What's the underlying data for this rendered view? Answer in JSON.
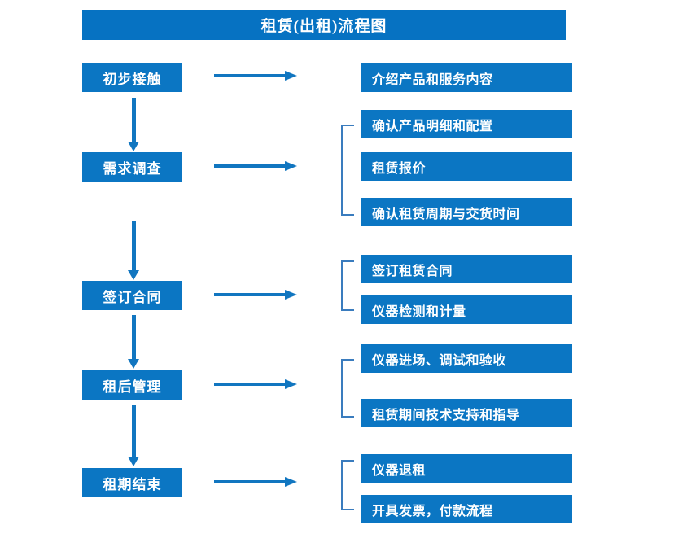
{
  "title": "租赁(出租)流程图",
  "colors": {
    "title_bar": "#0672C2",
    "box": "#0B76C3",
    "arrow": "#1176C0",
    "bracket": "#3A7CBE",
    "text": "#FFFFFF",
    "background": "#FFFFFF"
  },
  "stages": [
    {
      "label": "初步接触"
    },
    {
      "label": "需求调查"
    },
    {
      "label": "签订合同"
    },
    {
      "label": "租后管理"
    },
    {
      "label": "租期结束"
    }
  ],
  "details": {
    "group1": [
      {
        "label": "介绍产品和服务内容"
      }
    ],
    "group2": [
      {
        "label": "确认产品明细和配置"
      },
      {
        "label": "租赁报价"
      },
      {
        "label": "确认租赁周期与交货时间"
      }
    ],
    "group3": [
      {
        "label": "签订租赁合同"
      },
      {
        "label": "仪器检测和计量"
      }
    ],
    "group4": [
      {
        "label": "仪器进场、调试和验收"
      },
      {
        "label": "租赁期间技术支持和指导"
      }
    ],
    "group5": [
      {
        "label": "仪器退租"
      },
      {
        "label": "开具发票，付款流程"
      }
    ]
  }
}
